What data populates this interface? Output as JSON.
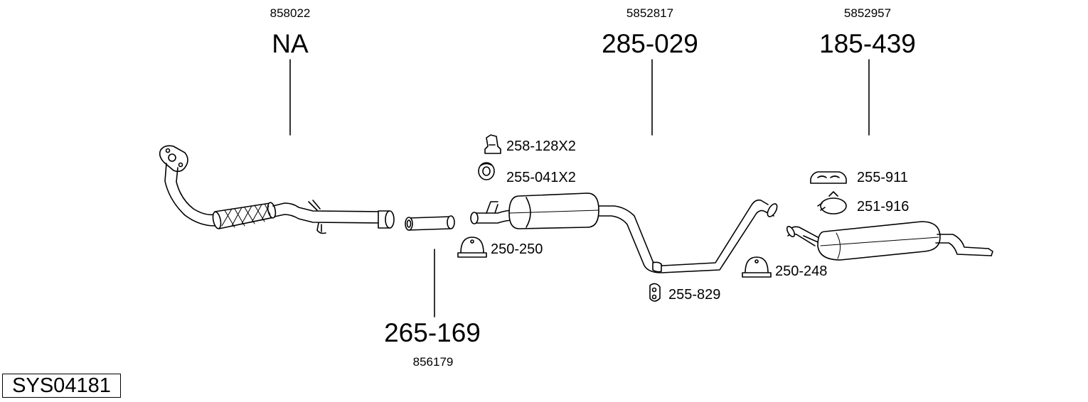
{
  "system_code": "SYS04181",
  "parts": [
    {
      "part_number": "NA",
      "oe_number": "858022"
    },
    {
      "part_number": "265-169",
      "oe_number": "856179"
    },
    {
      "part_number": "285-029",
      "oe_number": "5852817"
    },
    {
      "part_number": "185-439",
      "oe_number": "5852957"
    }
  ],
  "accessories": [
    {
      "code": "258-128X2"
    },
    {
      "code": "255-041X2"
    },
    {
      "code": "250-250"
    },
    {
      "code": "255-829"
    },
    {
      "code": "250-248"
    },
    {
      "code": "255-911"
    },
    {
      "code": "251-916"
    }
  ]
}
